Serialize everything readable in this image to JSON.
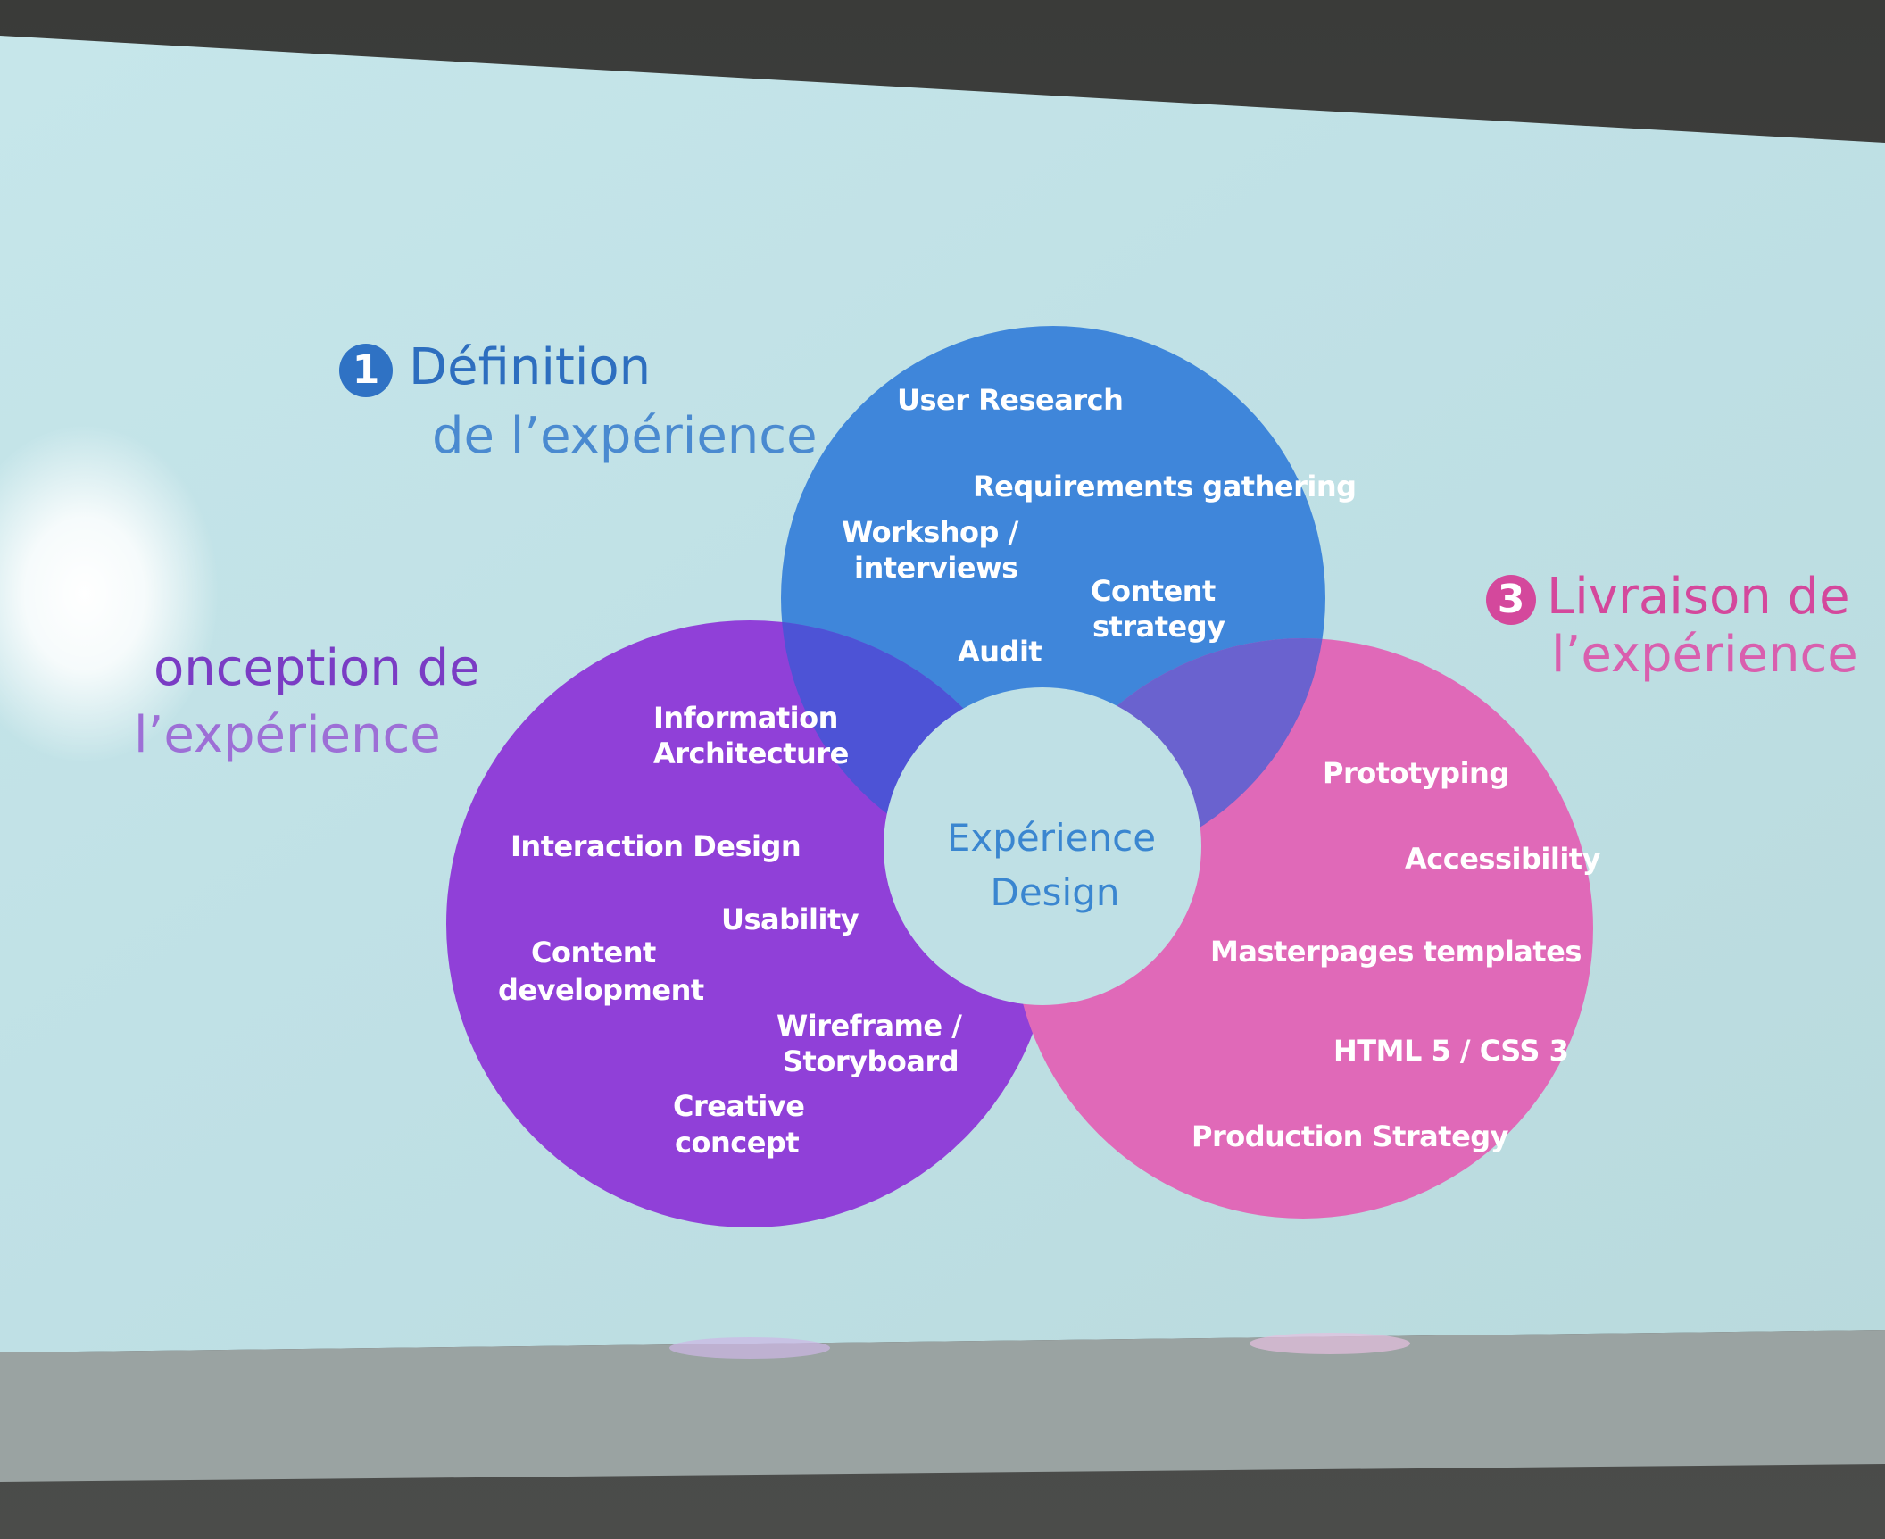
{
  "colors": {
    "definition": "#3f86da",
    "conception": "#9040d8",
    "livraison": "#e069b8",
    "overlap": "#5a4fcc",
    "screen": "#bfe0e6",
    "center_text": "#3a86d0"
  },
  "definition": {
    "number": "1",
    "title_line1": "Définition",
    "title_line2": "de l’expérience",
    "items": {
      "user_research": "User Research",
      "requirements": "Requirements gathering",
      "workshop_l1": "Workshop /",
      "workshop_l2": "interviews",
      "content_l1": "Content",
      "content_l2": "strategy",
      "audit": "Audit"
    }
  },
  "conception": {
    "title_line1": "onception de",
    "title_line2": "l’expérience",
    "items": {
      "ia_l1": "Information",
      "ia_l2": "Architecture",
      "interaction": "Interaction Design",
      "usability": "Usability",
      "content_dev_l1": "Content",
      "content_dev_l2": "development",
      "wireframe_l1": "Wireframe /",
      "wireframe_l2": "Storyboard",
      "creative_l1": "Creative",
      "creative_l2": "concept"
    }
  },
  "livraison": {
    "number": "3",
    "title_line1": "Livraison de",
    "title_line2": "l’expérience",
    "items": {
      "prototyping": "Prototyping",
      "accessibility": "Accessibility",
      "masterpages": "Masterpages templates",
      "html": "HTML 5 / CSS 3",
      "production": "Production Strategy"
    }
  },
  "center": {
    "line1": "Expérience",
    "line2": "Design"
  }
}
